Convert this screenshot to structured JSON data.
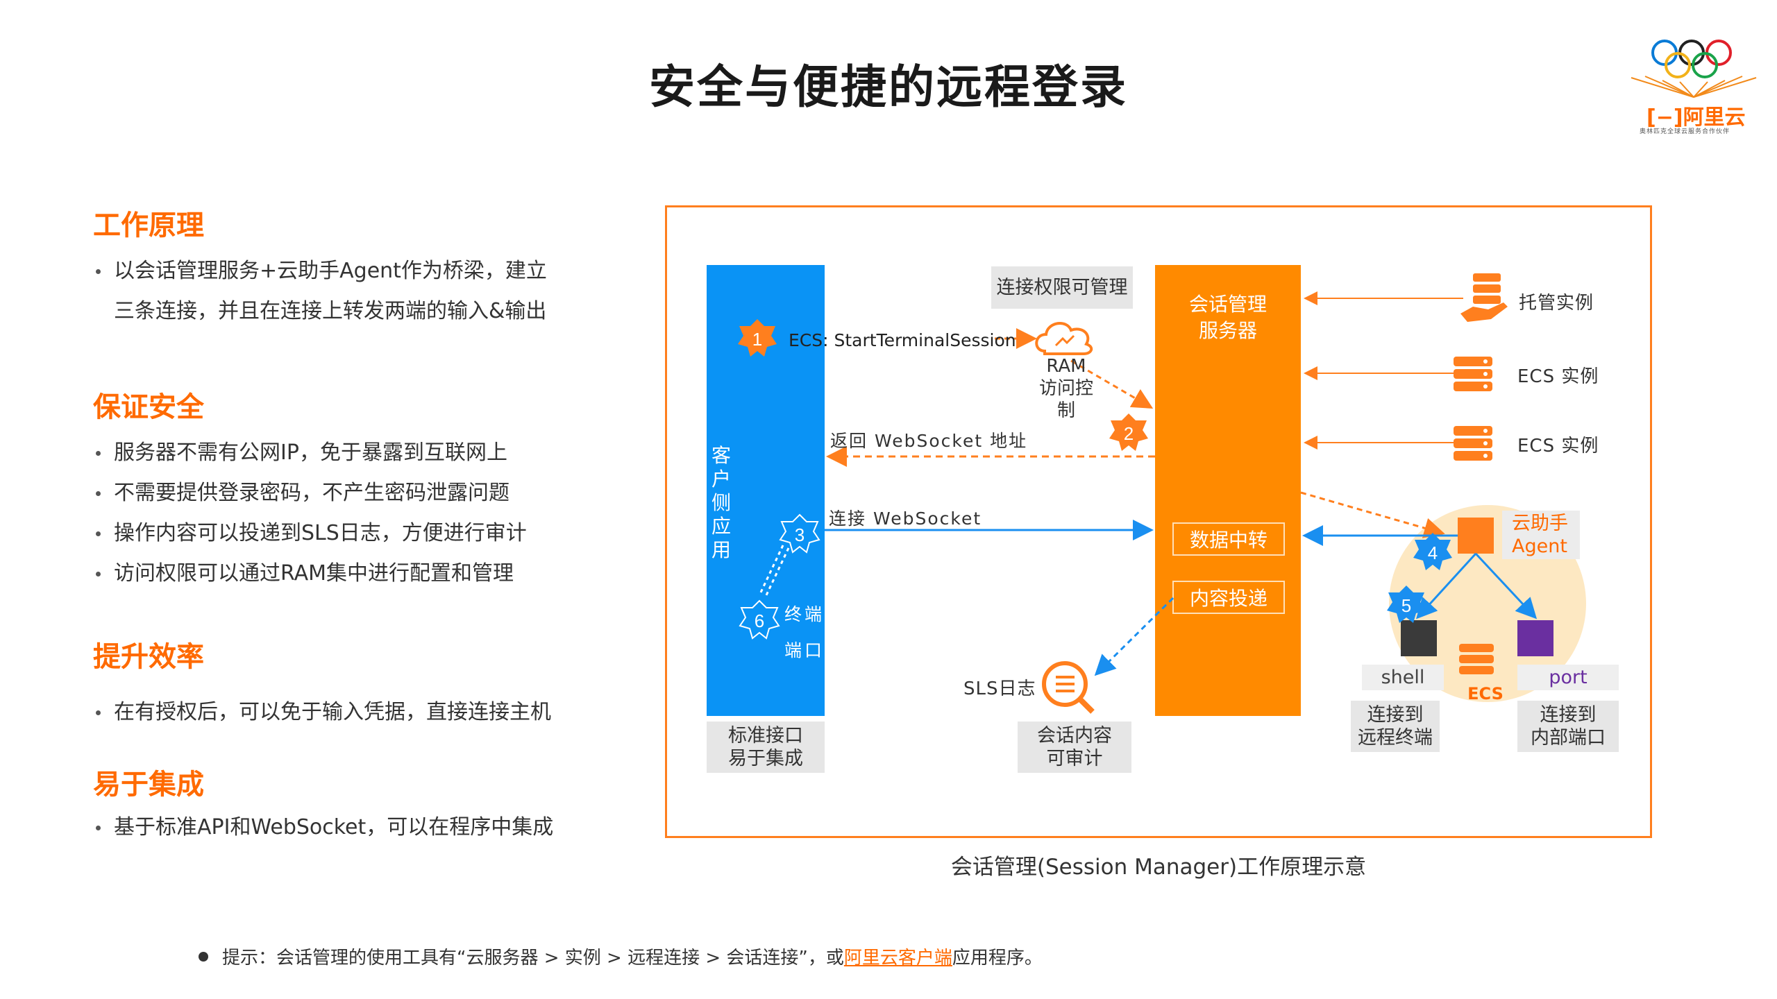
{
  "page": {
    "title": "安全与便捷的远程登录"
  },
  "logo": {
    "text": "阿里云",
    "tagline": "奥林匹克全球云服务合作伙伴"
  },
  "sections": [
    {
      "heading": "工作原理",
      "bullets": [
        [
          "以会话管理服务+云助手Agent作为桥梁，建立",
          "三条连接，并且在连接上转发两端的输入&输出"
        ]
      ]
    },
    {
      "heading": "保证安全",
      "bullets": [
        [
          "服务器不需有公网IP，免于暴露到互联网上"
        ],
        [
          "不需要提供登录密码，不产生密码泄露问题"
        ],
        [
          "操作内容可以投递到SLS日志，方便进行审计"
        ],
        [
          "访问权限可以通过RAM集中进行配置和管理"
        ]
      ]
    },
    {
      "heading": "提升效率",
      "bullets": [
        [
          "在有授权后，可以免于输入凭据，直接连接主机"
        ]
      ]
    },
    {
      "heading": "易于集成",
      "bullets": [
        [
          "基于标准API和WebSocket，可以在程序中集成"
        ]
      ]
    }
  ],
  "diagram": {
    "client_app": "客户侧应用",
    "client_note_1": "标准接口",
    "client_note_2": "易于集成",
    "perm_box": "连接权限可管理",
    "step1_label": "ECS: StartTerminalSession",
    "ram_label_1": "RAM",
    "ram_label_2": "访问控制",
    "session_server_1": "会话管理",
    "session_server_2": "服务器",
    "return_ws": "返回 WebSocket 地址",
    "connect_ws": "连接 WebSocket",
    "terminal_program": "终端程序",
    "port_connect": "端口连接",
    "data_relay": "数据中转",
    "content_delivery": "内容投递",
    "sls_label": "SLS日志",
    "audit_note_1": "会话内容",
    "audit_note_2": "可审计",
    "managed_instance": "托管实例",
    "ecs_instance_1": "ECS 实例",
    "ecs_instance_2": "ECS 实例",
    "agent_1": "云助手",
    "agent_2": "Agent",
    "shell": "shell",
    "port": "port",
    "ecs": "ECS",
    "remote_terminal_1": "连接到",
    "remote_terminal_2": "远程终端",
    "inner_port_1": "连接到",
    "inner_port_2": "内部端口",
    "steps": [
      "1",
      "2",
      "3",
      "4",
      "5",
      "6"
    ],
    "colors": {
      "accent": "#ff6a00",
      "orange_fill": "#ff8a00",
      "blue": "#0a93f5",
      "arrow_blue": "#1a8ff0",
      "agent_circle": "#fde8c2",
      "shell_box": "#3a3a3a",
      "port_box": "#6a2fa0",
      "gray_box": "#e6e6e6"
    }
  },
  "caption": "会话管理(Session Manager)工作原理示意",
  "footer": {
    "hint_prefix": "提示：会话管理的使用工具有“云服务器 > 实例 > 远程连接 > 会话连接”，或",
    "hint_link": "阿里云客户端",
    "hint_suffix": "应用程序。"
  }
}
